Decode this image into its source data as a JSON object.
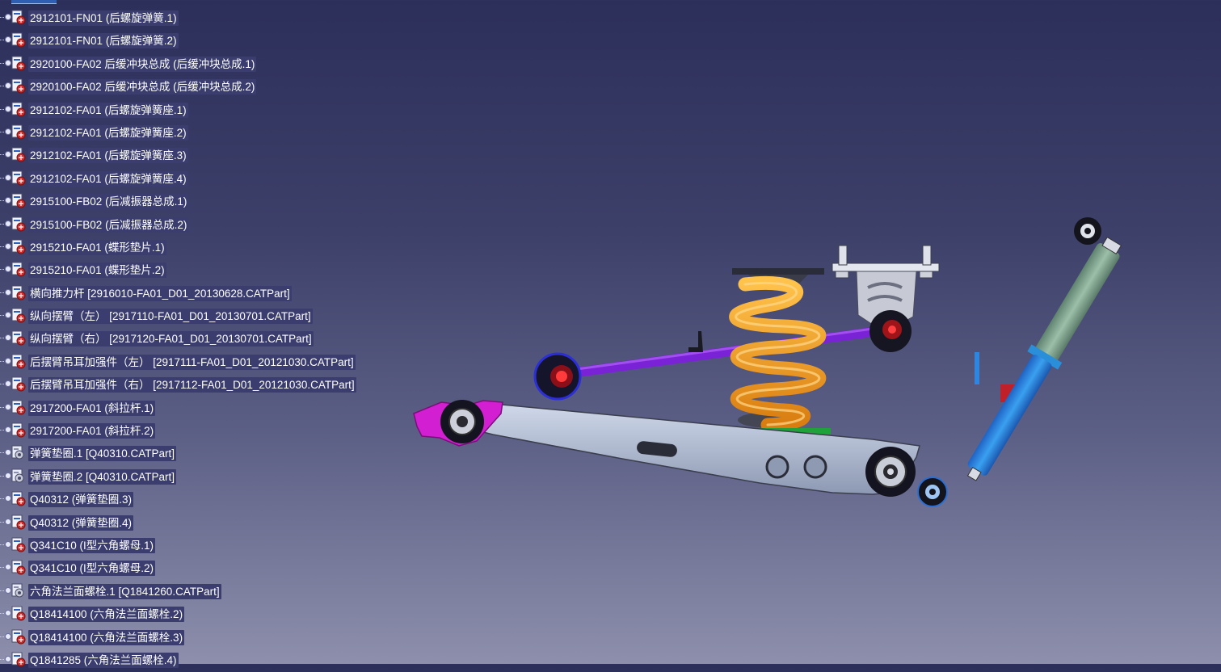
{
  "tree": {
    "items": [
      {
        "label": "2912101-FN01 (后螺旋弹簧.1)",
        "icon": "part-icon"
      },
      {
        "label": "2912101-FN01 (后螺旋弹簧.2)",
        "icon": "part-icon"
      },
      {
        "label": "2920100-FA02 后缓冲块总成 (后缓冲块总成.1)",
        "icon": "part-icon"
      },
      {
        "label": "2920100-FA02 后缓冲块总成 (后缓冲块总成.2)",
        "icon": "part-icon"
      },
      {
        "label": "2912102-FA01 (后螺旋弹簧座.1)",
        "icon": "part-icon"
      },
      {
        "label": "2912102-FA01 (后螺旋弹簧座.2)",
        "icon": "part-icon"
      },
      {
        "label": "2912102-FA01 (后螺旋弹簧座.3)",
        "icon": "part-icon"
      },
      {
        "label": "2912102-FA01 (后螺旋弹簧座.4)",
        "icon": "part-icon"
      },
      {
        "label": "2915100-FB02 (后减振器总成.1)",
        "icon": "part-icon"
      },
      {
        "label": "2915100-FB02 (后减振器总成.2)",
        "icon": "part-icon"
      },
      {
        "label": "2915210-FA01 (蝶形垫片.1)",
        "icon": "part-icon"
      },
      {
        "label": "2915210-FA01 (蝶形垫片.2)",
        "icon": "part-icon"
      },
      {
        "label": "横向推力杆 [2916010-FA01_D01_20130628.CATPart]",
        "icon": "part-icon"
      },
      {
        "label": "纵向摆臂（左） [2917110-FA01_D01_20130701.CATPart]",
        "icon": "part-icon"
      },
      {
        "label": "纵向摆臂（右） [2917120-FA01_D01_20130701.CATPart]",
        "icon": "part-icon"
      },
      {
        "label": "后摆臂吊耳加强件（左） [2917111-FA01_D01_20121030.CATPart]",
        "icon": "part-icon"
      },
      {
        "label": "后摆臂吊耳加强件（右） [2917112-FA01_D01_20121030.CATPart]",
        "icon": "part-icon"
      },
      {
        "label": "2917200-FA01 (斜拉杆.1)",
        "icon": "part-icon"
      },
      {
        "label": "2917200-FA01 (斜拉杆.2)",
        "icon": "part-icon"
      },
      {
        "label": "弹簧垫圈.1 [Q40310.CATPart]",
        "icon": "part-gear-icon"
      },
      {
        "label": "弹簧垫圈.2 [Q40310.CATPart]",
        "icon": "part-gear-icon"
      },
      {
        "label": "Q40312 (弹簧垫圈.3)",
        "icon": "part-icon"
      },
      {
        "label": "Q40312 (弹簧垫圈.4)",
        "icon": "part-icon"
      },
      {
        "label": "Q341C10 (I型六角螺母.1)",
        "icon": "part-icon"
      },
      {
        "label": "Q341C10 (I型六角螺母.2)",
        "icon": "part-icon"
      },
      {
        "label": "六角法兰面螺栓.1 [Q1841260.CATPart]",
        "icon": "part-gear-icon"
      },
      {
        "label": "Q18414100 (六角法兰面螺栓.2)",
        "icon": "part-icon"
      },
      {
        "label": "Q18414100 (六角法兰面螺栓.3)",
        "icon": "part-icon"
      },
      {
        "label": "Q1841285 (六角法兰面螺栓.4)",
        "icon": "part-icon"
      }
    ]
  },
  "colors": {
    "background_top": "#2c2f5a",
    "background_bottom": "#8d8fac",
    "label_highlight": "#3a3d6d",
    "spring": "#f0a020",
    "panhard_rod": "#7a22d6",
    "trailing_arm": "#b9c4d9",
    "bracket_magenta": "#d21fd2",
    "shock_body": "#2f86e0",
    "shock_upper": "#7aa08a"
  }
}
